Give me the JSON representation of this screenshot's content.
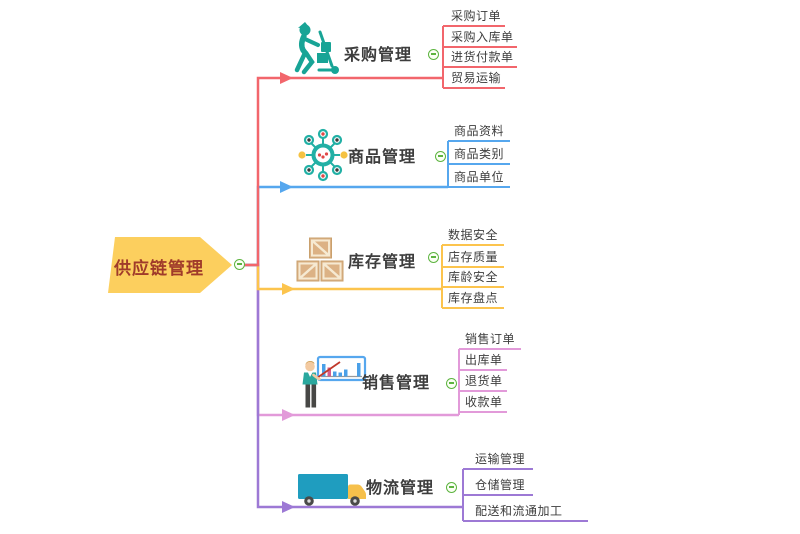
{
  "root": {
    "label": "供应链管理",
    "fill": "#fccf5e",
    "text_color": "#a03b2a"
  },
  "branches": [
    {
      "label": "采购管理",
      "color": "#f2666c",
      "icon": "worker-trolley-icon",
      "collapse_state": "expanded",
      "children": [
        "采购订单",
        "采购入库单",
        "进货付款单",
        "贸易运输"
      ]
    },
    {
      "label": "商品管理",
      "color": "#56a7ee",
      "icon": "product-hub-icon",
      "collapse_state": "expanded",
      "children": [
        "商品资料",
        "商品类别",
        "商品单位"
      ]
    },
    {
      "label": "库存管理",
      "color": "#fcc44d",
      "icon": "crates-icon",
      "collapse_state": "expanded",
      "children": [
        "数据安全",
        "店存质量",
        "库龄安全",
        "库存盘点"
      ]
    },
    {
      "label": "销售管理",
      "color": "#e29ad9",
      "icon": "presenter-chart-icon",
      "collapse_state": "expanded",
      "children": [
        "销售订单",
        "出库单",
        "退货单",
        "收款单"
      ]
    },
    {
      "label": "物流管理",
      "color": "#9d79d5",
      "icon": "truck-icon",
      "collapse_state": "expanded",
      "children": [
        "运输管理",
        "仓储管理",
        "配送和流通加工"
      ]
    }
  ],
  "palette": {
    "collapse_green": "#5db440",
    "icon_teal": "#18a496",
    "icon_tan": "#dcb285",
    "icon_yellow": "#f6c04b",
    "truck_teal": "#1f9dbf",
    "person_skin": "#f3caa1",
    "chart_frame_blue": "#56a7ee",
    "chart_bar_pink": "#d45c8c",
    "pointer_red": "#c0392b"
  }
}
